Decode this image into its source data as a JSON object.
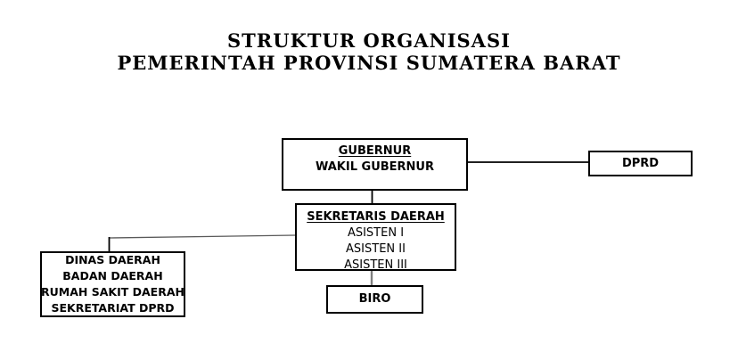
{
  "title": {
    "line1": "STRUKTUR ORGANISASI",
    "line2": "PEMERINTAH PROVINSI SUMATERA BARAT"
  },
  "chart": {
    "type": "org-chart",
    "gubernur": {
      "title": "GUBERNUR",
      "subtitle": "WAKIL GUBERNUR"
    },
    "dprd": {
      "label": "DPRD"
    },
    "sekretaris_daerah": {
      "title": "SEKRETARIS DAERAH",
      "items": [
        "ASISTEN I",
        "ASISTEN II",
        "ASISTEN III"
      ]
    },
    "perangkat_daerah": {
      "items": [
        "DINAS DAERAH",
        "BADAN DAERAH",
        "RUMAH SAKIT DAERAH",
        "SEKRETARIAT DPRD"
      ]
    },
    "biro": {
      "label": "BIRO"
    },
    "connections": [
      "gubernur - dprd",
      "gubernur - sekretaris_daerah",
      "sekretaris_daerah - perangkat_daerah",
      "sekretaris_daerah - biro"
    ]
  },
  "colors": {
    "background": "#ffffff",
    "text": "#000000",
    "box_border": "#000000",
    "connector": "#000000",
    "connector_gray": "#7f7f7f"
  }
}
